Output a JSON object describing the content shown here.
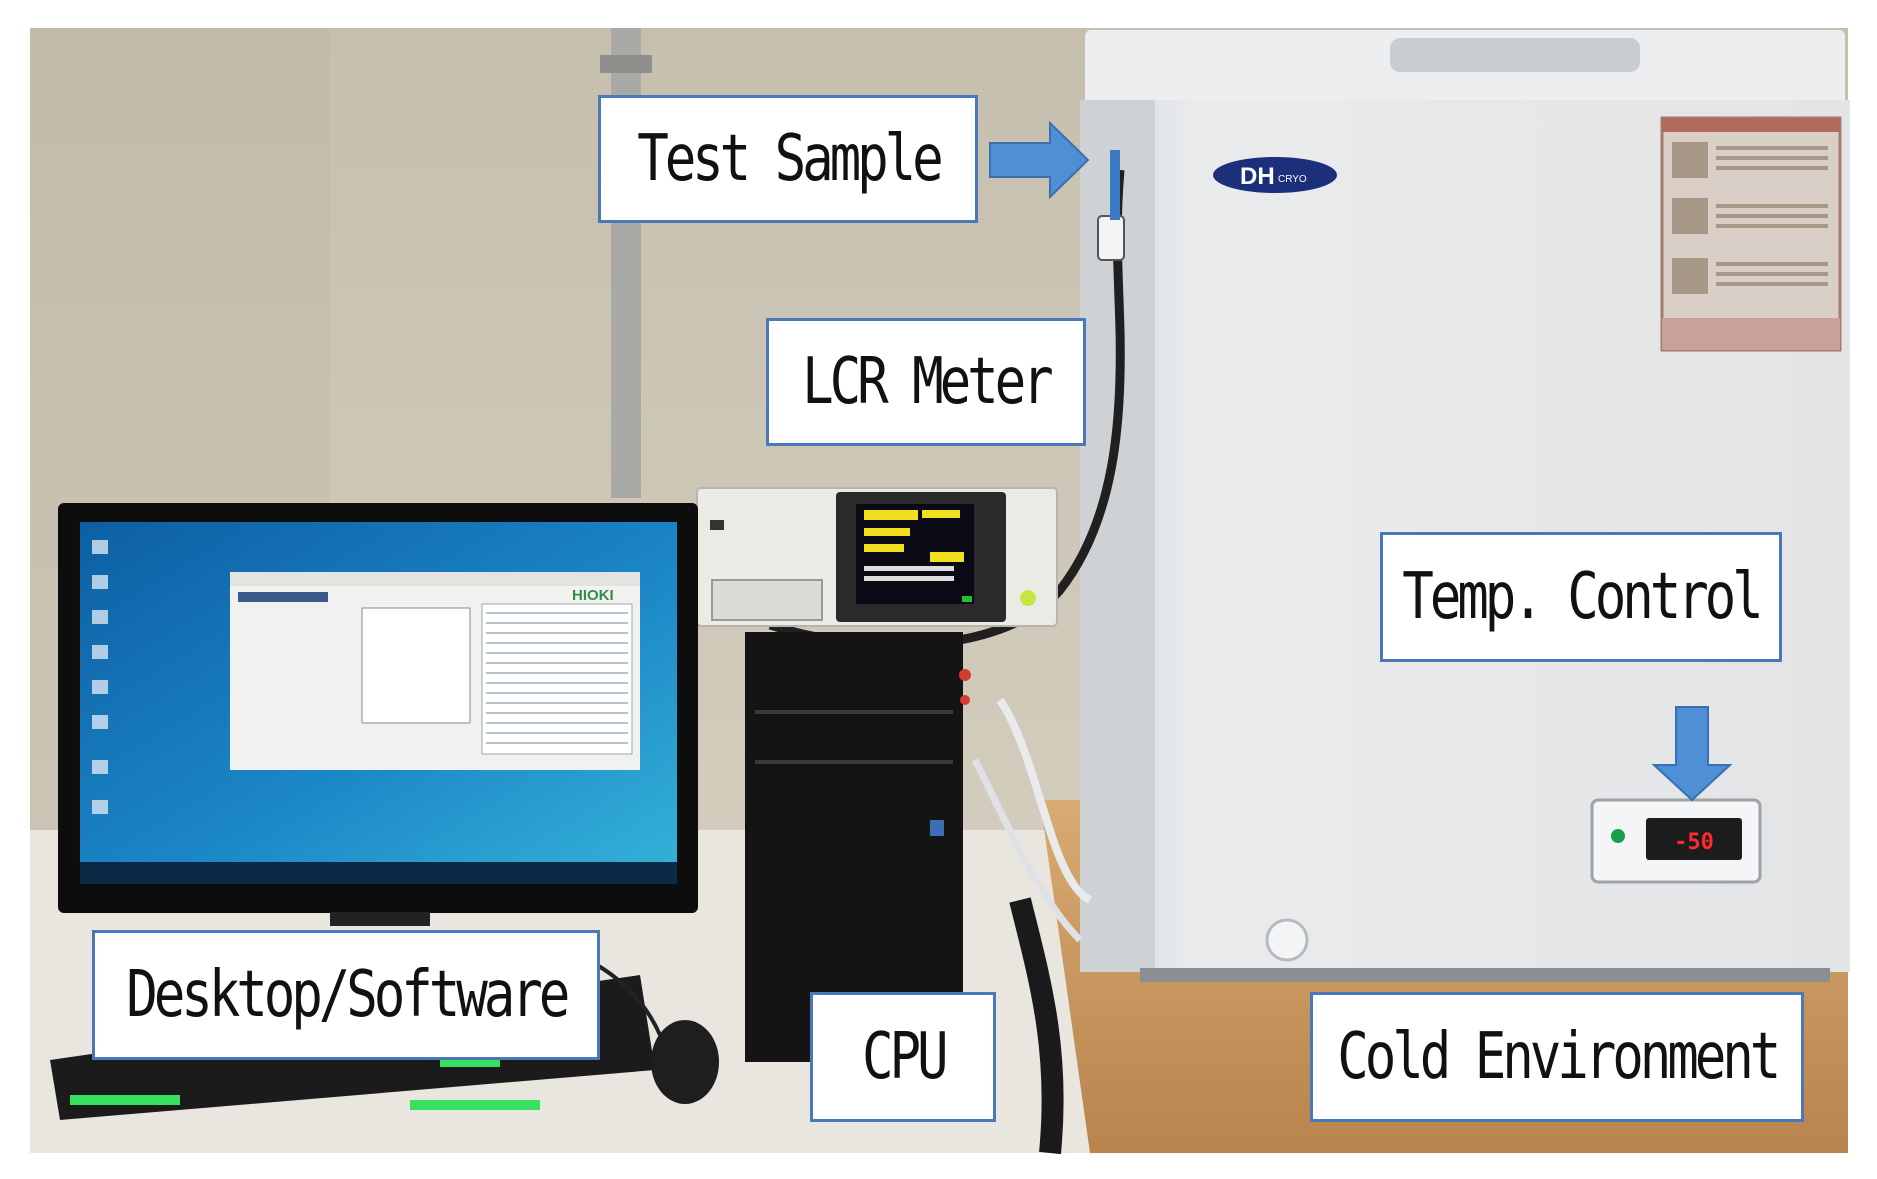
{
  "labels": {
    "test_sample": "Test Sample",
    "lcr_meter": "LCR Meter",
    "temp_control": "Temp. Control",
    "desktop_software": "Desktop/Software",
    "cpu": "CPU",
    "cold_environment": "Cold Environment"
  },
  "freezer_brand": "DH",
  "freezer_brand_sub": "CRYO",
  "meter_brand": "HIOKI",
  "temp_readout": "-50",
  "colors": {
    "label_border": "#4a78b8",
    "arrow": "#4f8fd6",
    "wall": "#cfc8b8",
    "freezer": "#e6e8ea",
    "desk": "#c79560",
    "screen": "#1f7fc2"
  }
}
